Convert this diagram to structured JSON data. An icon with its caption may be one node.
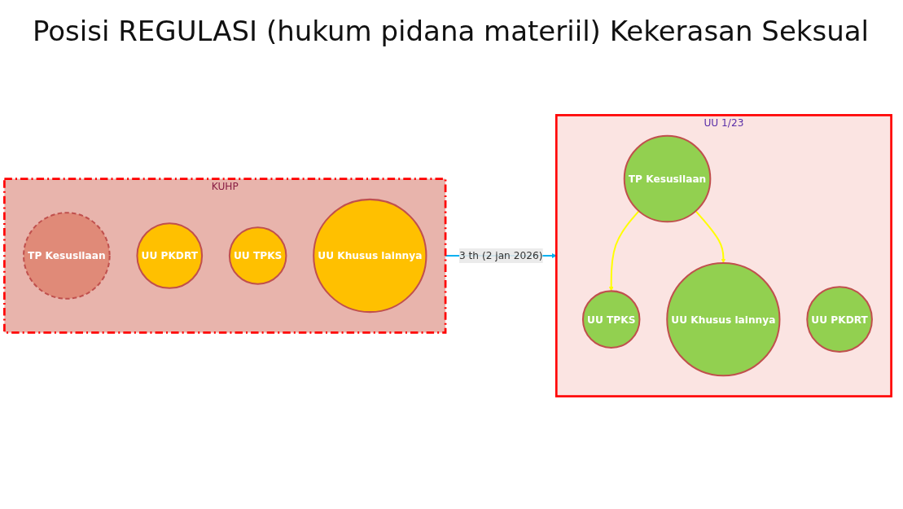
{
  "diagram": {
    "title": "Posisi REGULASI (hukum pidana materiil) Kekerasan Seksual",
    "nodes": [
      {
        "text": [
          "KUHP"
        ]
      },
      {
        "text": [
          "TP Kesusilaan"
        ],
        "in": 0
      },
      {
        "text": [
          "UU PKDRT"
        ],
        "in": 0
      },
      {
        "text": [
          "UU TPKS"
        ],
        "in": 0
      },
      {
        "text": [
          "UU Khusus lainnya"
        ],
        "in": 0
      },
      {
        "text": [
          "UU 1/23"
        ]
      },
      {
        "text": [
          "TP Kesusilaan"
        ],
        "in": 5
      },
      {
        "text": [
          "UU PKDRT"
        ],
        "in": 5
      },
      {
        "text": [
          "UU TPKS"
        ],
        "in": 5
      },
      {
        "text": [
          "UU Khusus lainnya"
        ],
        "in": 5
      }
    ],
    "edges": [
      {
        "from": 0,
        "to": 5,
        "arrow": "to",
        "label": "3 th (2 jan 2026)",
        "color": "#00b0f0"
      },
      {
        "from": 6,
        "to": 8,
        "arrow": "to",
        "color": "#ffff00"
      },
      {
        "from": 6,
        "to": 9,
        "arrow": "to",
        "color": "#ffff00"
      }
    ]
  }
}
